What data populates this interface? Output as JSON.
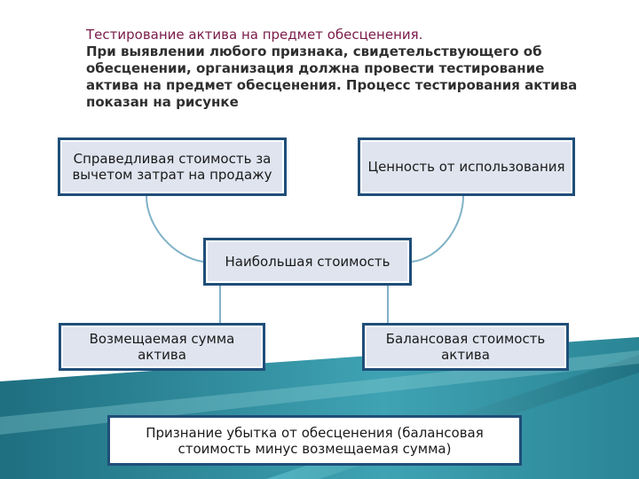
{
  "header": {
    "title": "Тестирование актива на предмет обесценения.",
    "subtitle": "При выявлении любого признака, свидетельствующего об обесценении, организация должна провести тестирование актива на предмет обесценения. Процесс тестирования актива показан на рисунке"
  },
  "diagram": {
    "fair_value_box": "Справедливая стоимость за вычетом затрат на продажу",
    "value_in_use_box": "Ценность от использования",
    "highest_value_box": "Наибольшая стоимость",
    "recoverable_amount_box": "Возмещаемая сумма актива",
    "carrying_amount_box": "Балансовая стоимость актива",
    "impairment_loss_box": "Признание убытка от обесценения (балансовая стоимость минус возмещаемая сумма)"
  },
  "colors": {
    "box_border": "#1f4e79",
    "box_fill": "#dfe4ef",
    "connector": "#7fb2c7",
    "title": "#7a1b4a",
    "background_band": "#1e6f80"
  }
}
